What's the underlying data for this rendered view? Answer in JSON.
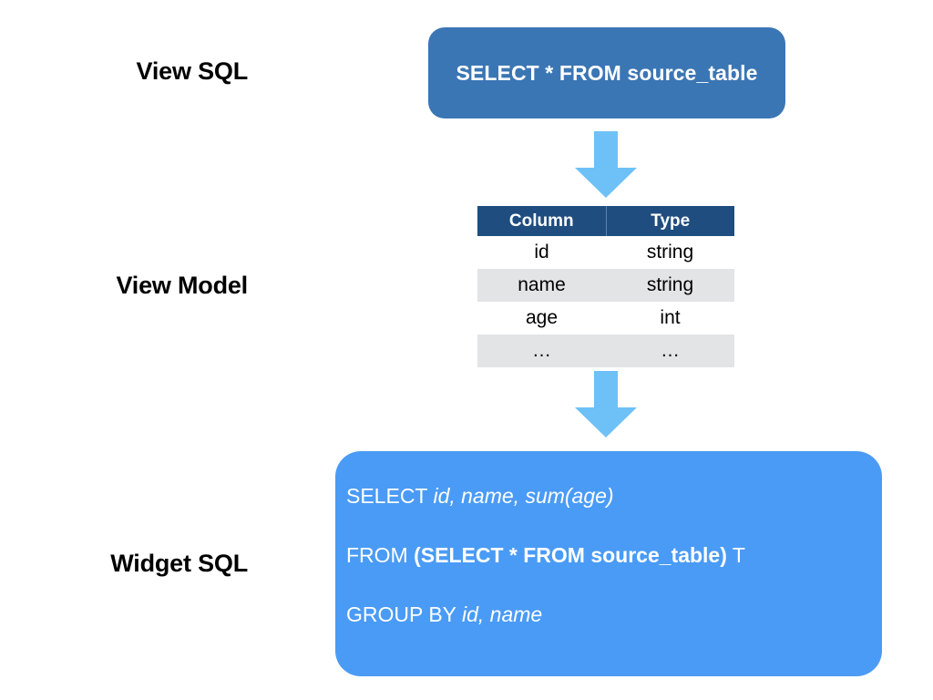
{
  "diagram": {
    "title": "View SQL to Widget SQL transformation",
    "colors": {
      "view_sql_box": "#3b76b4",
      "widget_sql_box": "#4a9bf5",
      "arrow": "#6ec1f7",
      "table_header": "#1f4d7f",
      "table_row_alt": "#e3e4e6",
      "label_text": "#000000",
      "box_text": "#ffffff"
    }
  },
  "labels": {
    "view_sql": "View SQL",
    "view_model": "View Model",
    "widget_sql": "Widget SQL"
  },
  "view_sql": {
    "query": "SELECT * FROM source_table"
  },
  "arrows": {
    "top": "down-arrow-icon",
    "bottom": "down-arrow-icon"
  },
  "view_model": {
    "headers": [
      "Column",
      "Type"
    ],
    "rows": [
      [
        "id",
        "string"
      ],
      [
        "name",
        "string"
      ],
      [
        "age",
        "int"
      ],
      [
        "…",
        "…"
      ]
    ]
  },
  "widget_sql": {
    "lines": [
      [
        {
          "text": "SELECT ",
          "style": "kw"
        },
        {
          "text": "id, name, sum(age)",
          "style": "ident"
        }
      ],
      [
        {
          "text": "FROM ",
          "style": "kw"
        },
        {
          "text": "(SELECT * FROM source_table)",
          "style": "nested"
        },
        {
          "text": " T",
          "style": "kw"
        }
      ],
      [
        {
          "text": "GROUP BY ",
          "style": "kw"
        },
        {
          "text": "id, name",
          "style": "ident"
        }
      ]
    ]
  }
}
